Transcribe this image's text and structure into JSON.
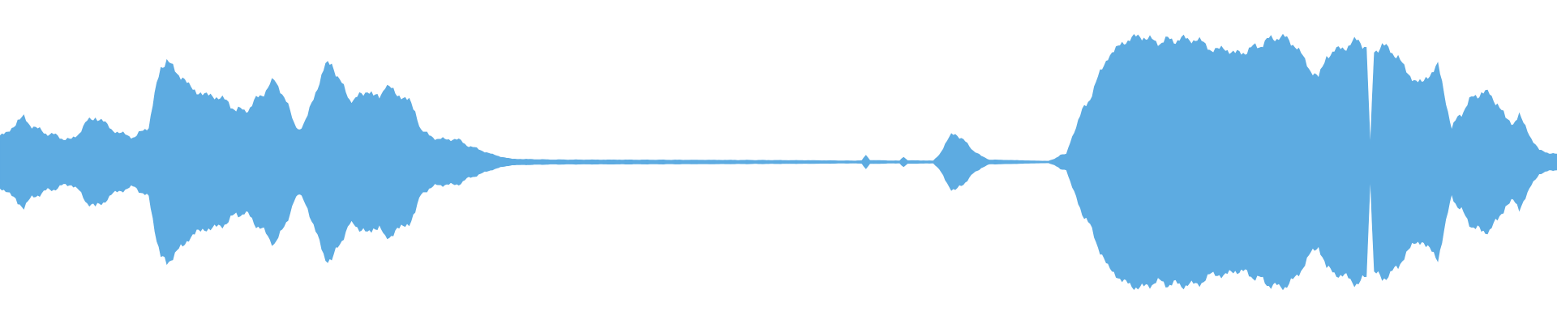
{
  "waveform": {
    "color": "#5dabe1",
    "background": "#ffffff",
    "envelope": [
      [
        0,
        0.18
      ],
      [
        8,
        0.2
      ],
      [
        18,
        0.28
      ],
      [
        24,
        0.3
      ],
      [
        30,
        0.26
      ],
      [
        38,
        0.22
      ],
      [
        46,
        0.2
      ],
      [
        55,
        0.18
      ],
      [
        64,
        0.16
      ],
      [
        72,
        0.15
      ],
      [
        80,
        0.2
      ],
      [
        88,
        0.28
      ],
      [
        96,
        0.3
      ],
      [
        104,
        0.28
      ],
      [
        112,
        0.22
      ],
      [
        120,
        0.2
      ],
      [
        128,
        0.18
      ],
      [
        136,
        0.17
      ],
      [
        142,
        0.2
      ],
      [
        150,
        0.25
      ],
      [
        156,
        0.45
      ],
      [
        162,
        0.65
      ],
      [
        168,
        0.7
      ],
      [
        176,
        0.62
      ],
      [
        184,
        0.58
      ],
      [
        190,
        0.52
      ],
      [
        198,
        0.48
      ],
      [
        206,
        0.46
      ],
      [
        214,
        0.45
      ],
      [
        222,
        0.44
      ],
      [
        230,
        0.4
      ],
      [
        238,
        0.36
      ],
      [
        246,
        0.34
      ],
      [
        254,
        0.4
      ],
      [
        262,
        0.44
      ],
      [
        270,
        0.52
      ],
      [
        276,
        0.55
      ],
      [
        282,
        0.5
      ],
      [
        288,
        0.42
      ],
      [
        296,
        0.26
      ],
      [
        302,
        0.22
      ],
      [
        308,
        0.28
      ],
      [
        316,
        0.44
      ],
      [
        322,
        0.55
      ],
      [
        328,
        0.66
      ],
      [
        334,
        0.68
      ],
      [
        340,
        0.58
      ],
      [
        346,
        0.5
      ],
      [
        352,
        0.44
      ],
      [
        358,
        0.42
      ],
      [
        364,
        0.46
      ],
      [
        370,
        0.5
      ],
      [
        376,
        0.44
      ],
      [
        382,
        0.45
      ],
      [
        388,
        0.52
      ],
      [
        394,
        0.5
      ],
      [
        400,
        0.46
      ],
      [
        406,
        0.44
      ],
      [
        412,
        0.42
      ],
      [
        418,
        0.34
      ],
      [
        424,
        0.22
      ],
      [
        432,
        0.18
      ],
      [
        440,
        0.16
      ],
      [
        448,
        0.15
      ],
      [
        456,
        0.16
      ],
      [
        464,
        0.14
      ],
      [
        472,
        0.11
      ],
      [
        480,
        0.09
      ],
      [
        492,
        0.06
      ],
      [
        504,
        0.035
      ],
      [
        516,
        0.02
      ],
      [
        560,
        0.015
      ],
      [
        650,
        0.014
      ],
      [
        760,
        0.012
      ],
      [
        820,
        0.01
      ],
      [
        860,
        0.008
      ],
      [
        868,
        0.01
      ],
      [
        872,
        0.045
      ],
      [
        876,
        0.012
      ],
      [
        900,
        0.008
      ],
      [
        906,
        0.008
      ],
      [
        910,
        0.035
      ],
      [
        914,
        0.01
      ],
      [
        940,
        0.008
      ],
      [
        946,
        0.05
      ],
      [
        952,
        0.12
      ],
      [
        958,
        0.18
      ],
      [
        962,
        0.2
      ],
      [
        968,
        0.16
      ],
      [
        974,
        0.12
      ],
      [
        980,
        0.08
      ],
      [
        988,
        0.04
      ],
      [
        996,
        0.015
      ],
      [
        1018,
        0.012
      ],
      [
        1040,
        0.008
      ],
      [
        1056,
        0.006
      ],
      [
        1062,
        0.02
      ],
      [
        1068,
        0.05
      ],
      [
        1074,
        0.05
      ],
      [
        1082,
        0.22
      ],
      [
        1090,
        0.34
      ],
      [
        1098,
        0.44
      ],
      [
        1106,
        0.58
      ],
      [
        1116,
        0.72
      ],
      [
        1128,
        0.8
      ],
      [
        1140,
        0.85
      ],
      [
        1152,
        0.86
      ],
      [
        1162,
        0.82
      ],
      [
        1174,
        0.83
      ],
      [
        1188,
        0.84
      ],
      [
        1200,
        0.84
      ],
      [
        1212,
        0.82
      ],
      [
        1220,
        0.76
      ],
      [
        1232,
        0.78
      ],
      [
        1244,
        0.74
      ],
      [
        1256,
        0.76
      ],
      [
        1268,
        0.8
      ],
      [
        1280,
        0.84
      ],
      [
        1288,
        0.86
      ],
      [
        1296,
        0.84
      ],
      [
        1304,
        0.8
      ],
      [
        1312,
        0.72
      ],
      [
        1320,
        0.62
      ],
      [
        1328,
        0.58
      ],
      [
        1336,
        0.72
      ],
      [
        1344,
        0.76
      ],
      [
        1352,
        0.78
      ],
      [
        1360,
        0.8
      ],
      [
        1368,
        0.84
      ],
      [
        1376,
        0.78
      ],
      [
        1380,
        0.1
      ],
      [
        1384,
        0.76
      ],
      [
        1392,
        0.8
      ],
      [
        1400,
        0.76
      ],
      [
        1408,
        0.72
      ],
      [
        1416,
        0.62
      ],
      [
        1424,
        0.56
      ],
      [
        1432,
        0.54
      ],
      [
        1440,
        0.6
      ],
      [
        1448,
        0.66
      ],
      [
        1456,
        0.42
      ],
      [
        1462,
        0.22
      ],
      [
        1468,
        0.3
      ],
      [
        1476,
        0.38
      ],
      [
        1484,
        0.44
      ],
      [
        1492,
        0.48
      ],
      [
        1500,
        0.46
      ],
      [
        1508,
        0.4
      ],
      [
        1516,
        0.3
      ],
      [
        1524,
        0.26
      ],
      [
        1530,
        0.32
      ],
      [
        1536,
        0.24
      ],
      [
        1542,
        0.16
      ],
      [
        1550,
        0.08
      ],
      [
        1560,
        0.06
      ],
      [
        1570,
        0.05
      ]
    ]
  }
}
